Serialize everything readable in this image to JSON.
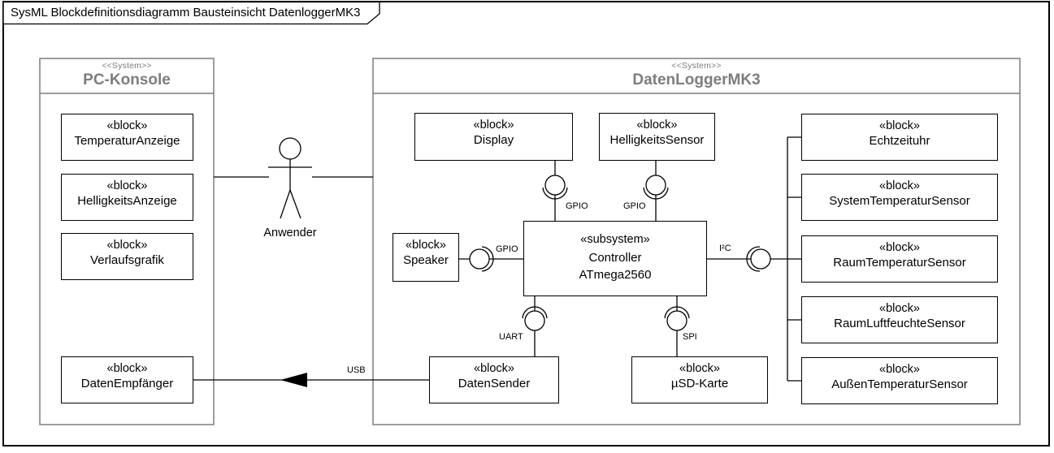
{
  "diagram_title": "SysML Blockdefinitionsdiagramm Bausteinsicht DatenloggerMK3",
  "colors": {
    "container_border": "#7d7d7d",
    "container_text": "#7d7d7d",
    "block_border": "#000000",
    "line": "#000000",
    "background": "#ffffff"
  },
  "actor": {
    "label": "Anwender"
  },
  "pc_konsole": {
    "stereotype": "<<System>>",
    "name": "PC-Konsole",
    "blocks": [
      {
        "stereotype": "«block»",
        "name": "TemperaturAnzeige"
      },
      {
        "stereotype": "«block»",
        "name": "HelligkeitsAnzeige"
      },
      {
        "stereotype": "«block»",
        "name": "Verlaufsgrafik"
      },
      {
        "stereotype": "«block»",
        "name": "DatenEmpfänger"
      }
    ]
  },
  "datenlogger": {
    "stereotype": "<<System>>",
    "name": "DatenLoggerMK3",
    "display": {
      "stereotype": "«block»",
      "name": "Display"
    },
    "helligkeitssensor": {
      "stereotype": "«block»",
      "name": "HelligkeitsSensor"
    },
    "speaker": {
      "stereotype": "«block»",
      "name": "Speaker"
    },
    "controller": {
      "stereotype": "«subsystem»",
      "name": "Controller",
      "type": "ATmega2560"
    },
    "datensender": {
      "stereotype": "«block»",
      "name": "DatenSender"
    },
    "sd_karte": {
      "stereotype": "«block»",
      "name": "µSD-Karte"
    },
    "sensors": [
      {
        "stereotype": "«block»",
        "name": "Echtzeituhr"
      },
      {
        "stereotype": "«block»",
        "name": "SystemTemperaturSensor"
      },
      {
        "stereotype": "«block»",
        "name": "RaumTemperaturSensor"
      },
      {
        "stereotype": "«block»",
        "name": "RaumLuftfeuchteSensor"
      },
      {
        "stereotype": "«block»",
        "name": "AußenTemperaturSensor"
      }
    ]
  },
  "connections": {
    "gpio_display": "GPIO",
    "gpio_helligkeitssensor": "GPIO",
    "gpio_speaker": "GPIO",
    "i2c": "I²C",
    "uart": "UART",
    "spi": "SPI",
    "usb": "USB"
  }
}
